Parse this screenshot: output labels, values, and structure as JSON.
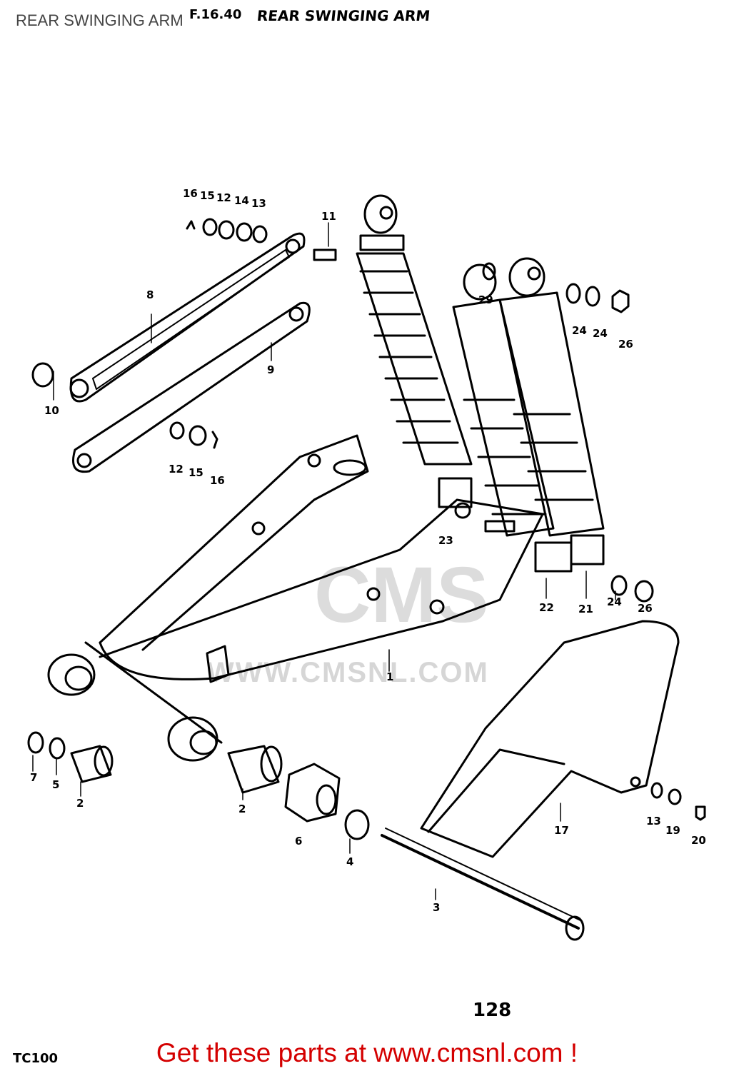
{
  "page": {
    "label": "REAR SWINGING ARM",
    "figure_number": "F.16.40",
    "diagram_title": "REAR SWINGING ARM",
    "page_number": "128",
    "model_code": "TC100",
    "banner": "Get these parts at www.cmsnl.com !",
    "watermark_url": "WWW.CMSNL.COM",
    "watermark_logo": "CMS"
  },
  "callouts": [
    {
      "id": "c16a",
      "text": "16"
    },
    {
      "id": "c15a",
      "text": "15"
    },
    {
      "id": "c12a",
      "text": "12"
    },
    {
      "id": "c14",
      "text": "14"
    },
    {
      "id": "c13a",
      "text": "13"
    },
    {
      "id": "c11",
      "text": "11"
    },
    {
      "id": "c8",
      "text": "8"
    },
    {
      "id": "c9",
      "text": "9"
    },
    {
      "id": "c10",
      "text": "10"
    },
    {
      "id": "c12b",
      "text": "12"
    },
    {
      "id": "c15b",
      "text": "15"
    },
    {
      "id": "c16b",
      "text": "16"
    },
    {
      "id": "c29",
      "text": "29"
    },
    {
      "id": "c24a",
      "text": "24"
    },
    {
      "id": "c24b",
      "text": "24"
    },
    {
      "id": "c26a",
      "text": "26"
    },
    {
      "id": "c23",
      "text": "23"
    },
    {
      "id": "c22",
      "text": "22"
    },
    {
      "id": "c21",
      "text": "21"
    },
    {
      "id": "c24c",
      "text": "24"
    },
    {
      "id": "c26b",
      "text": "26"
    },
    {
      "id": "c1",
      "text": "1"
    },
    {
      "id": "c7",
      "text": "7"
    },
    {
      "id": "c5",
      "text": "5"
    },
    {
      "id": "c2a",
      "text": "2"
    },
    {
      "id": "c2b",
      "text": "2"
    },
    {
      "id": "c6",
      "text": "6"
    },
    {
      "id": "c4",
      "text": "4"
    },
    {
      "id": "c3",
      "text": "3"
    },
    {
      "id": "c17",
      "text": "17"
    },
    {
      "id": "c13b",
      "text": "13"
    },
    {
      "id": "c19",
      "text": "19"
    },
    {
      "id": "c20",
      "text": "20"
    }
  ]
}
